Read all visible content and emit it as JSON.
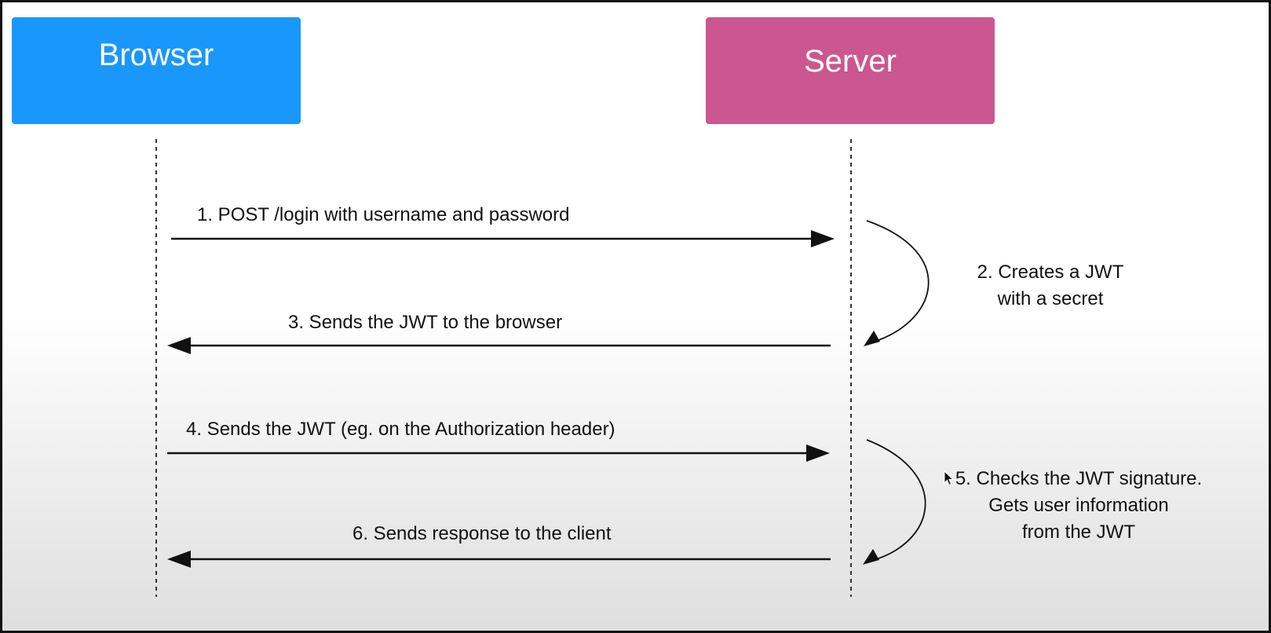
{
  "actors": {
    "browser": {
      "label": "Browser",
      "color": "#1a97fb"
    },
    "server": {
      "label": "Server",
      "color": "#cc5690"
    }
  },
  "messages": [
    {
      "id": 1,
      "from": "browser",
      "to": "server",
      "label": "1. POST /login with username and password"
    },
    {
      "id": 3,
      "from": "server",
      "to": "browser",
      "label": "3. Sends the JWT to the browser"
    },
    {
      "id": 4,
      "from": "browser",
      "to": "server",
      "label": "4. Sends the JWT (eg. on the Authorization header)"
    },
    {
      "id": 6,
      "from": "server",
      "to": "browser",
      "label": "6. Sends response to the client"
    }
  ],
  "notes": [
    {
      "id": 2,
      "actor": "server",
      "lines": [
        "2. Creates a JWT",
        "with a secret"
      ]
    },
    {
      "id": 5,
      "actor": "server",
      "lines": [
        "5. Checks the JWT signature.",
        "Gets user information",
        "from the JWT"
      ]
    }
  ],
  "colors": {
    "arrow": "#111111",
    "lifeline": "#333333"
  }
}
